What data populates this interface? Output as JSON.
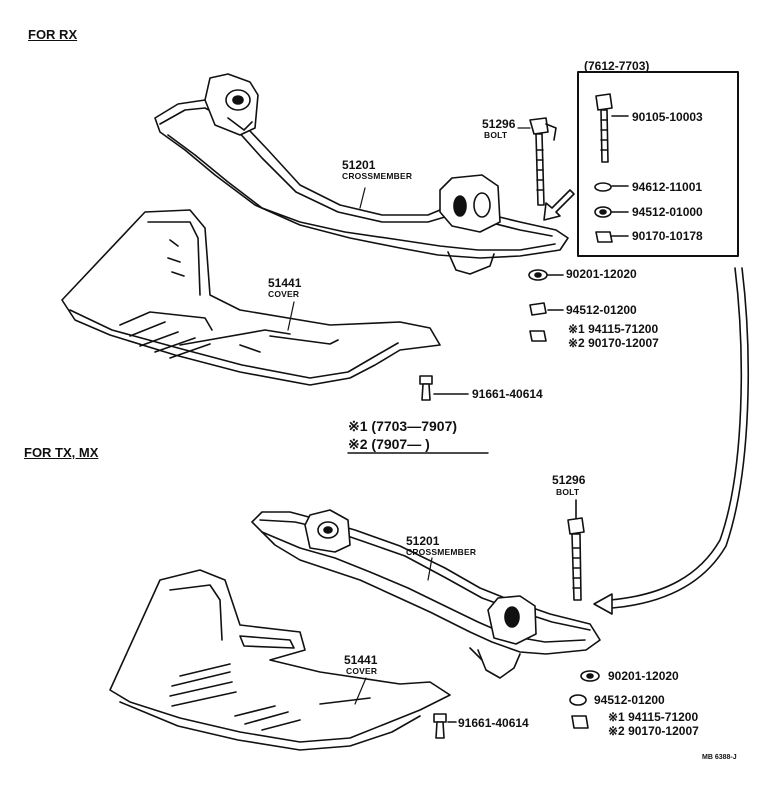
{
  "sections": {
    "rx": "FOR RX",
    "txmx": "FOR TX, MX"
  },
  "inset": {
    "range": "(7612-7703)",
    "parts": [
      "90105-10003",
      "94612-11001",
      "94512-01000",
      "90170-10178"
    ]
  },
  "rx": {
    "bolt_no": "51296",
    "bolt_name": "BOLT",
    "crossmember_no": "51201",
    "crossmember_name": "CROSSMEMBER",
    "cover_no": "51441",
    "cover_name": "COVER",
    "nut": "90201-12020",
    "washer": "94512-01200",
    "alt1": "※1 94115-71200",
    "alt2": "※2 90170-12007",
    "cover_bolt": "91661-40614"
  },
  "legend": {
    "line1": "※1 (7703—7907)",
    "line2": "※2 (7907—         )"
  },
  "txmx": {
    "bolt_no": "51296",
    "bolt_name": "BOLT",
    "crossmember_no": "51201",
    "crossmember_name": "CROSSMEMBER",
    "cover_no": "51441",
    "cover_name": "COVER",
    "nut": "90201-12020",
    "washer": "94512-01200",
    "alt1": "※1 94115-71200",
    "alt2": "※2 90170-12007",
    "cover_bolt": "91661-40614"
  },
  "code": "MB 6388-J"
}
